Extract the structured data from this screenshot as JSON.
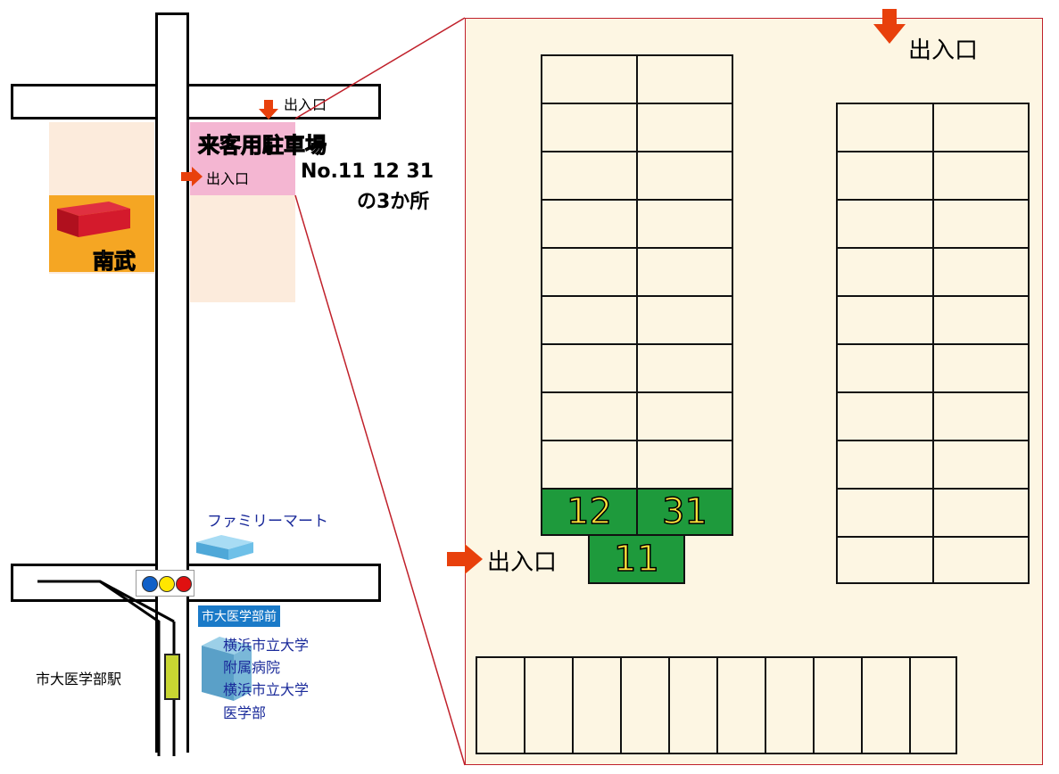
{
  "left_map": {
    "entrance_top": "出入口",
    "entrance_side": "出入口",
    "parking_title": "来客用駐車場",
    "spot_numbers": "No.11 12 31",
    "spot_count": "の3か所",
    "nanbu_label": "南武",
    "familymart_label": "ファミリーマート",
    "bus_stop_label": "市大医学部前",
    "hospital_lines": [
      "横浜市立大学",
      "附属病院",
      "横浜市立大学",
      "医学部"
    ],
    "station_label": "市大医学部駅",
    "signal_colors": [
      "#1060c8",
      "#ffe600",
      "#e01010"
    ]
  },
  "detail_map": {
    "entrance_top": "出入口",
    "entrance_left": "出入口",
    "highlighted_spots": [
      "12",
      "31",
      "11"
    ]
  },
  "colors": {
    "arrow": "#e8400c",
    "parking_pink": "#f4b6d2",
    "lot_bg": "#fdf6e3",
    "spot_green": "#1e9a3c",
    "nanbu_orange": "#f5a623",
    "outline_red": "#c0202a"
  }
}
